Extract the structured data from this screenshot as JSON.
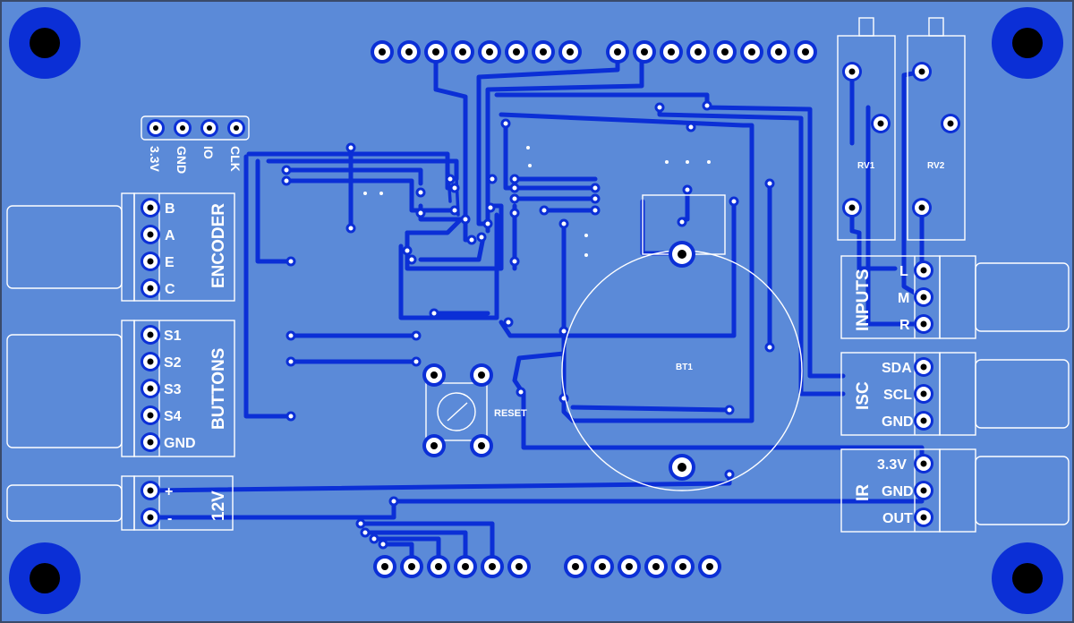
{
  "board": {
    "colors": {
      "board": "#5b8ad8",
      "copper": "#0b2fd6",
      "silkscreen": "#ffffff",
      "pad": "#ffffff",
      "drill": "#000000"
    }
  },
  "labels": {
    "header_top": {
      "p1": "3.3V",
      "p2": "GND",
      "p3": "IO",
      "p4": "CLK"
    },
    "encoder": {
      "title": "ENCODER",
      "pins": [
        "B",
        "A",
        "E",
        "C"
      ]
    },
    "buttons": {
      "title": "BUTTONS",
      "pins": [
        "S1",
        "S2",
        "S3",
        "S4",
        "GND"
      ]
    },
    "power": {
      "title": "12V",
      "pins": [
        "+",
        "-"
      ]
    },
    "inputs": {
      "title": "INPUTS",
      "pins": [
        "L",
        "M",
        "R"
      ]
    },
    "isc": {
      "title": "ISC",
      "pins": [
        "SDA",
        "SCL",
        "GND"
      ]
    },
    "ir": {
      "title": "IR",
      "pins": [
        "3.3V",
        "GND",
        "OUT"
      ]
    },
    "rv1": "RV1",
    "rv2": "RV2",
    "bt1": "BT1",
    "reset": "RESET"
  }
}
